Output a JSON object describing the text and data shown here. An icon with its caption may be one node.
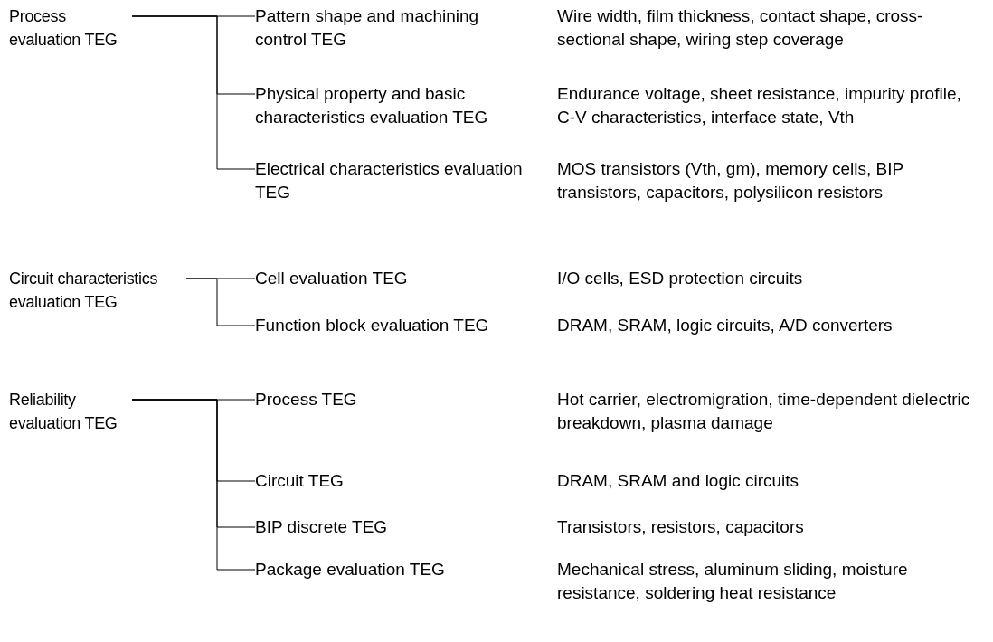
{
  "diagram": {
    "nodes": [
      {
        "text": [
          "Process evaluation TEG"
        ]
      },
      {
        "text": [
          "Pattern shape and machining control TEG"
        ]
      },
      {
        "text": [
          "Physical property and basic characteristics evaluation TEG"
        ]
      },
      {
        "text": [
          "Electrical characteristics evaluation TEG"
        ]
      },
      {
        "text": [
          "Circuit characteristics evaluation TEG"
        ]
      },
      {
        "text": [
          "Cell evaluation TEG"
        ]
      },
      {
        "text": [
          "Function block evaluation TEG"
        ]
      },
      {
        "text": [
          "Reliability evaluation TEG"
        ]
      },
      {
        "text": [
          "Process TEG"
        ]
      },
      {
        "text": [
          "Circuit TEG"
        ]
      },
      {
        "text": [
          "BIP discrete TEG"
        ]
      },
      {
        "text": [
          "Package evaluation TEG"
        ]
      }
    ],
    "edges": [
      {
        "from": 0,
        "to": 1,
        "arrow": "none"
      },
      {
        "from": 0,
        "to": 2,
        "arrow": "none"
      },
      {
        "from": 0,
        "to": 3,
        "arrow": "none"
      },
      {
        "from": 4,
        "to": 5,
        "arrow": "none"
      },
      {
        "from": 4,
        "to": 6,
        "arrow": "none"
      },
      {
        "from": 7,
        "to": 8,
        "arrow": "none"
      },
      {
        "from": 7,
        "to": 9,
        "arrow": "none"
      },
      {
        "from": 7,
        "to": 10,
        "arrow": "none"
      },
      {
        "from": 7,
        "to": 11,
        "arrow": "none"
      }
    ],
    "labels": [
      "Wire width, film thickness, contact shape, cross-sectional shape, wiring step coverage",
      "Endurance voltage, sheet resistance, impurity profile, C-V characteristics, interface state, Vth",
      "MOS transistors (Vth, gm), memory cells, BIP transistors, capacitors, polysilicon resistors",
      "I/O cells, ESD protection circuits",
      "DRAM, SRAM, logic circuits, A/D converters",
      "Hot carrier, electromigration, time-dependent dielectric breakdown, plasma damage",
      "DRAM, SRAM and logic circuits",
      "Transistors, resistors, capacitors",
      "Mechanical stress, aluminum sliding, moisture resistance, soldering heat resistance"
    ]
  }
}
